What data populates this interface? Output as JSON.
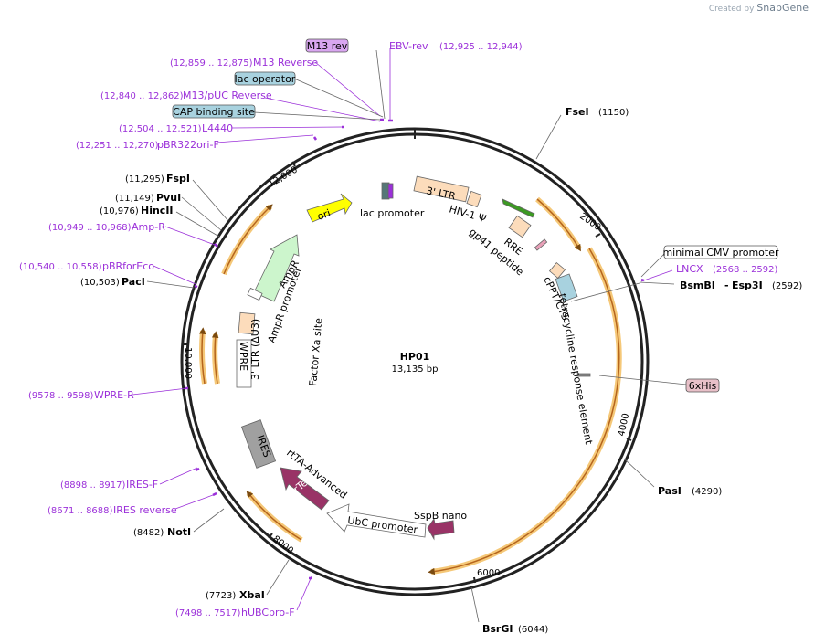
{
  "credit": {
    "prefix": "Created by",
    "brand": "SnapGene"
  },
  "plasmid": {
    "name": "HP01",
    "size": "13,135 bp"
  },
  "ticks": [
    "2000",
    "4000",
    "6000",
    "8000",
    "10,000",
    "12,000"
  ],
  "primers": [
    {
      "name": "EBV-rev",
      "coords": "(12,925 .. 12,944)"
    },
    {
      "name": "M13 Reverse",
      "coords": "(12,859 .. 12,875)"
    },
    {
      "name": "M13/pUC Reverse",
      "coords": "(12,840 .. 12,862)"
    },
    {
      "name": "L4440",
      "coords": "(12,504 .. 12,521)"
    },
    {
      "name": "pBR322ori-F",
      "coords": "(12,251 .. 12,270)"
    },
    {
      "name": "Amp-R",
      "coords": "(10,949 .. 10,968)"
    },
    {
      "name": "pBRforEco",
      "coords": "(10,540 .. 10,558)"
    },
    {
      "name": "WPRE-R",
      "coords": "(9578 .. 9598)"
    },
    {
      "name": "IRES-F",
      "coords": "(8898 .. 8917)"
    },
    {
      "name": "IRES reverse",
      "coords": "(8671 .. 8688)"
    },
    {
      "name": "hUBCpro-F",
      "coords": "(7498 .. 7517)"
    },
    {
      "name": "LNCX",
      "coords": "(2568 .. 2592)"
    }
  ],
  "enzymes": [
    {
      "name": "FseI",
      "coords": "(1150)"
    },
    {
      "name": "FspI",
      "coords": "(11,295)"
    },
    {
      "name": "PvuI",
      "coords": "(11,149)"
    },
    {
      "name": "HincII",
      "coords": "(10,976)"
    },
    {
      "name": "PacI",
      "coords": "(10,503)"
    },
    {
      "name": "BsmBI",
      "name2": "Esp3I",
      "sep": "-",
      "coords": "(2592)"
    },
    {
      "name": "PasI",
      "coords": "(4290)"
    },
    {
      "name": "BsrGI",
      "coords": "(6044)"
    },
    {
      "name": "NotI",
      "coords": "(8482)"
    },
    {
      "name": "XbaI",
      "coords": "(7723)"
    }
  ],
  "boxed": [
    {
      "name": "M13 rev",
      "color": "#d9a6f0"
    },
    {
      "name": "lac operator",
      "color": "#a8d2df"
    },
    {
      "name": "CAP binding site",
      "color": "#a8d2df"
    },
    {
      "name": "minimal CMV promoter",
      "color": "#ffffff"
    },
    {
      "name": "6xHis",
      "color": "#e8c0c8"
    }
  ],
  "features": [
    {
      "name": "lac promoter"
    },
    {
      "name": "3' LTR"
    },
    {
      "name": "HIV-1 Ψ"
    },
    {
      "name": "RRE"
    },
    {
      "name": "gp41 peptide"
    },
    {
      "name": "tetracycline response element"
    },
    {
      "name": "cPPT/CTS"
    },
    {
      "name": "SspB nano"
    },
    {
      "name": "UbC promoter"
    },
    {
      "name": "rtTA-Advanced"
    },
    {
      "name": "rTetR"
    },
    {
      "name": "IRES"
    },
    {
      "name": "WPRE"
    },
    {
      "name": "3' LTR (ΔU3)"
    },
    {
      "name": "AmpR promoter"
    },
    {
      "name": "AmpR"
    },
    {
      "name": "ori"
    },
    {
      "name": "Factor Xa site"
    }
  ],
  "colors": {
    "primer": "#9b30d9",
    "orf_outline": "#f5c878",
    "orf_line": "#b5651d",
    "ltr": "#fcdcbb",
    "ampr": "#ccf5cc",
    "ori": "#ffff00",
    "rtetr": "#993366",
    "ires": "#a0a0a0",
    "hiv_psi": "#3c9a22"
  }
}
